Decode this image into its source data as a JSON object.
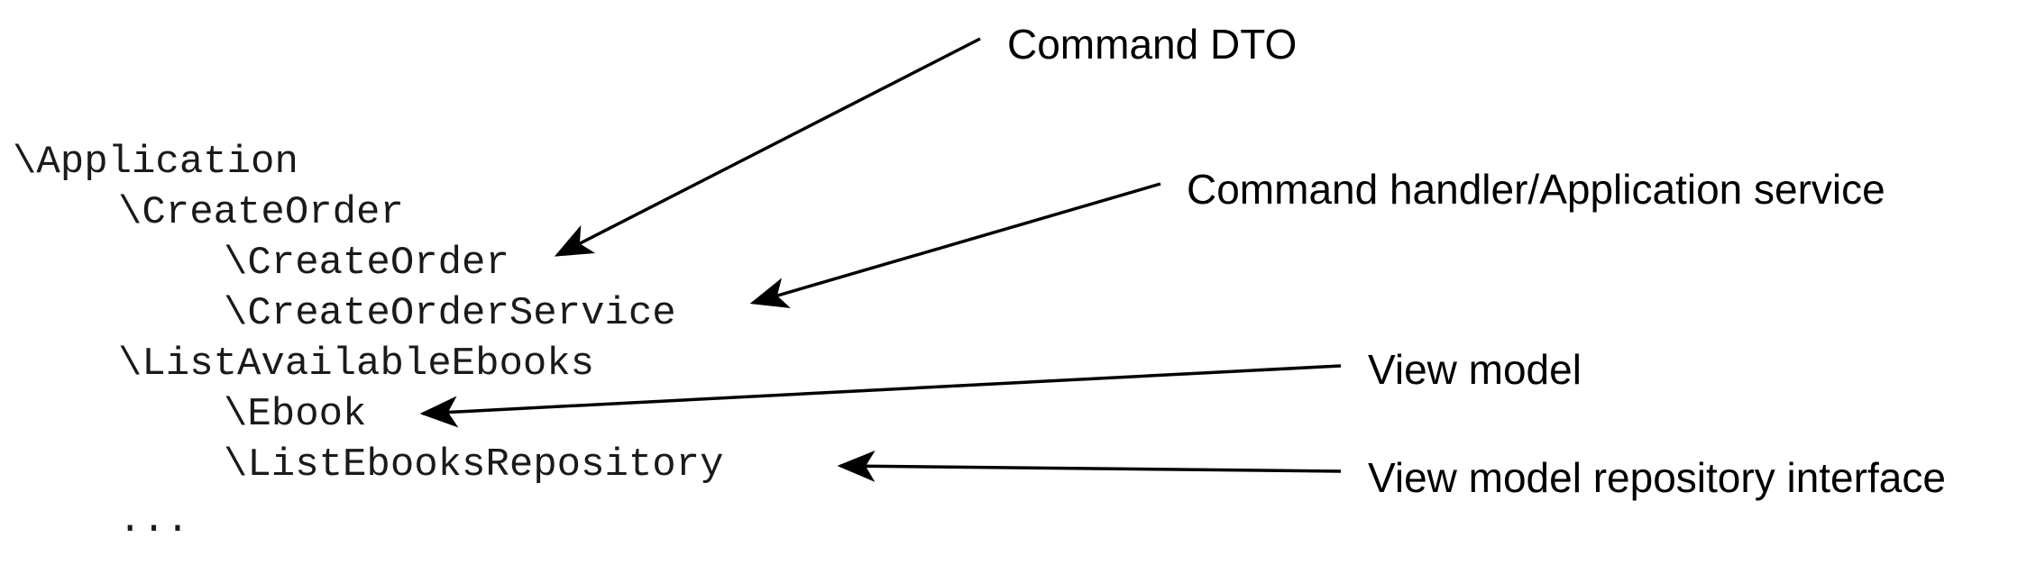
{
  "tree": {
    "items": [
      {
        "text": "\\Application"
      },
      {
        "text": "\\CreateOrder"
      },
      {
        "text": "\\CreateOrder"
      },
      {
        "text": "\\CreateOrderService"
      },
      {
        "text": "\\ListAvailableEbooks"
      },
      {
        "text": "\\Ebook"
      },
      {
        "text": "\\ListEbooksRepository"
      },
      {
        "text": "..."
      }
    ]
  },
  "annotations": {
    "items": [
      {
        "text": "Command DTO"
      },
      {
        "text": "Command handler/Application service"
      },
      {
        "text": "View model"
      },
      {
        "text": "View model repository interface"
      }
    ]
  },
  "colors": {
    "arrow": "#000000",
    "text": "#1a1a1a"
  }
}
